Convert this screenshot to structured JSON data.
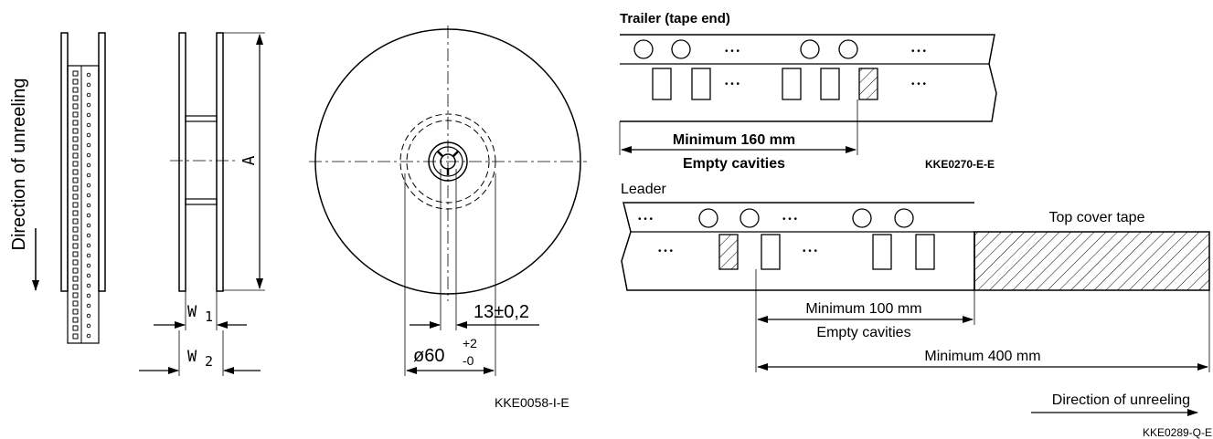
{
  "reel": {
    "direction_label": "Direction of unreeling",
    "dim_a": "A",
    "dim_w1": "W",
    "dim_w1_sub": "1",
    "dim_w2": "W",
    "dim_w2_sub": "2",
    "hub_dim": "13±0,2",
    "diameter_main": "ø60",
    "diameter_tol_plus": "+2",
    "diameter_tol_minus": "-0",
    "code": "KKE0058-I-E"
  },
  "trailer": {
    "title": "Trailer (tape end)",
    "min_label": "Minimum 160 mm",
    "empty_label": "Empty cavities",
    "code": "KKE0270-E-E",
    "dots": "• • •"
  },
  "leader": {
    "title": "Leader",
    "cover_label": "Top cover tape",
    "min100_label": "Minimum 100 mm",
    "empty_label": "Empty cavities",
    "min400_label": "Minimum 400 mm",
    "direction_label": "Direction of unreeling",
    "code": "KKE0289-Q-E",
    "dots": "• • •"
  },
  "colors": {
    "line": "#000000",
    "background": "#ffffff"
  }
}
